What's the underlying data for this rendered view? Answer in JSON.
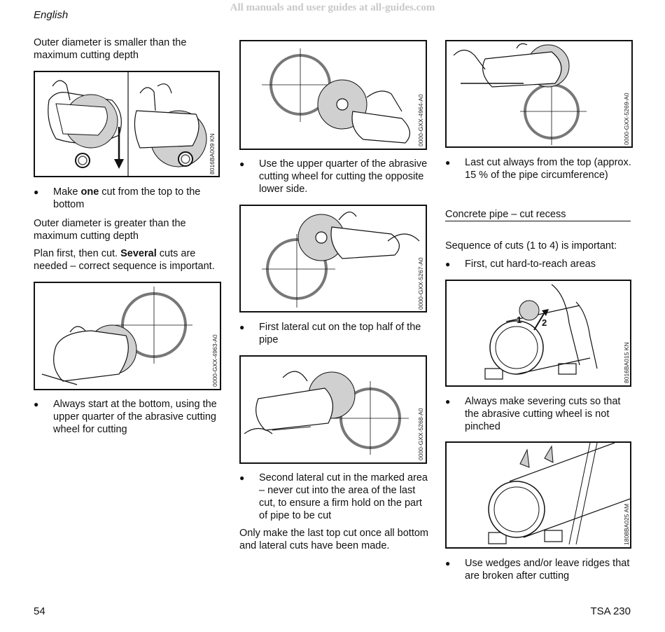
{
  "header": {
    "language": "English",
    "watermark": "All manuals and user guides at all-guides.com"
  },
  "col1": {
    "heading1": "Outer diameter is smaller than the maximum cutting depth",
    "fig1_code": "8016BA009 KN",
    "bullet1_pre": "Make ",
    "bullet1_bold": "one",
    "bullet1_post": " cut from the top to the bottom",
    "heading2": "Outer diameter is greater than the maximum cutting depth",
    "para_pre": "Plan first, then cut. ",
    "para_bold": "Several",
    "para_post": " cuts are needed – correct sequence is important.",
    "fig2_code": "0000-GXX-4963-A0",
    "bullet2": "Always start at the bottom, using the upper quarter of the abrasive cutting wheel for cutting"
  },
  "col2": {
    "fig1_code": "0000-GXX-4964-A0",
    "bullet1": "Use the upper quarter of the abrasive cutting wheel for cutting the opposite lower side.",
    "fig2_code": "0000-GXX-5267-A0",
    "bullet2": "First lateral cut on the top half of the pipe",
    "fig3_code": "0000-GXX-5268-A0",
    "bullet3": "Second lateral cut in the marked area – never cut into the area of the last cut, to ensure a firm hold on the part of pipe to be cut",
    "para": "Only make the last top cut once all bottom and lateral cuts have been made."
  },
  "col3": {
    "fig1_code": "0000-GXX-5269-A0",
    "bullet1": "Last cut always from the top (approx. 15 % of the pipe circumference)",
    "heading": "Concrete pipe – cut recess",
    "para": "Sequence of cuts (1 to 4) is important:",
    "bullet2": "First, cut hard-to-reach areas",
    "fig2_code": "8016BA015 KN",
    "fig2_label1": "1",
    "fig2_label2": "2",
    "bullet3": "Always make severing cuts so that the abrasive cutting wheel is not pinched",
    "fig3_code": "1808BA025 AM",
    "bullet4": "Use wedges and/or leave ridges that are broken after cutting"
  },
  "footer": {
    "page_number": "54",
    "model": "TSA 230"
  }
}
